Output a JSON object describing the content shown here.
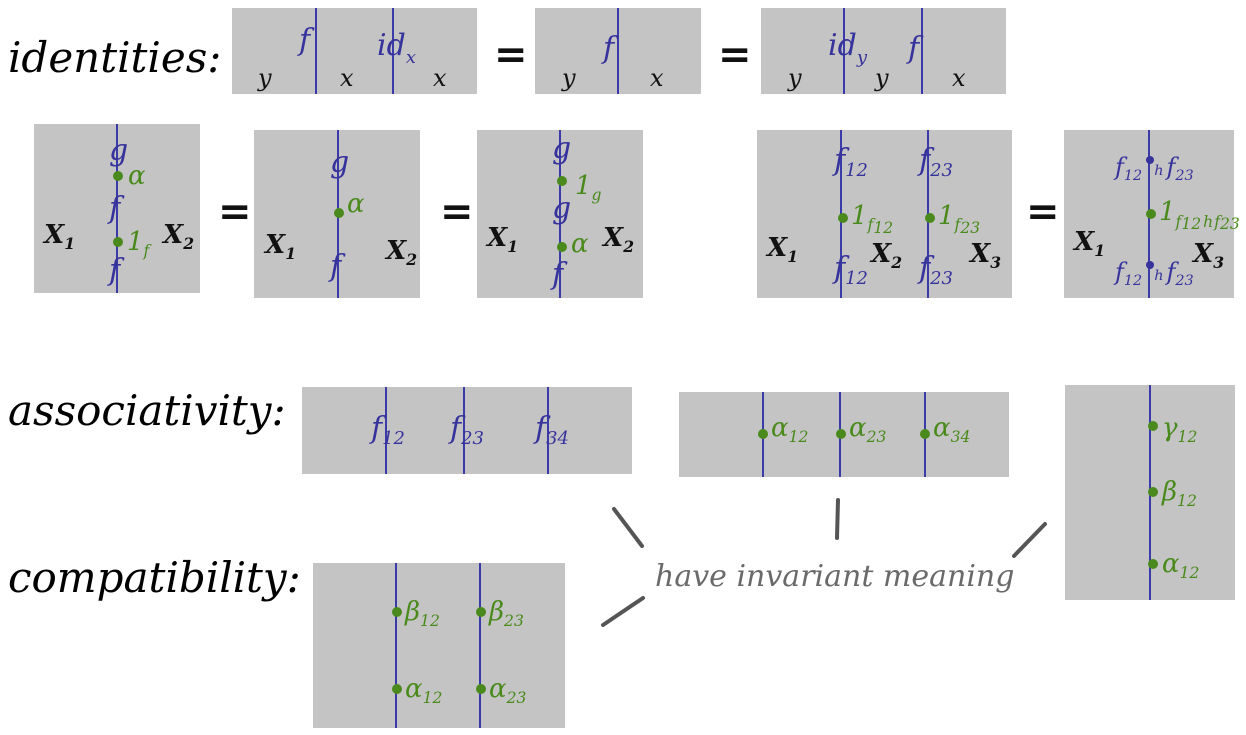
{
  "headings": {
    "identities": "identities:",
    "associativity": "associativity:",
    "compatibility": "compatibility:"
  },
  "equals": "=",
  "objects": {
    "x": "x",
    "y": "y",
    "X1": "X",
    "X2": "X",
    "X3": "X",
    "one": "1",
    "two": "2",
    "three": "3"
  },
  "morphisms": {
    "f": "f",
    "g": "g",
    "id": "id",
    "subx": "x",
    "suby": "y",
    "f12": "f",
    "f23": "f",
    "f34": "f",
    "s12": "12",
    "s23": "23",
    "s34": "34",
    "h": "h"
  },
  "cells": {
    "alpha": "α",
    "beta": "β",
    "gamma": "γ",
    "unit": "1",
    "subf": "f",
    "subg": "g",
    "a12": "α",
    "a23": "α",
    "a34": "α",
    "b12": "β",
    "b23": "β",
    "g12": "γ"
  },
  "annotation": "have invariant meaning",
  "colors": {
    "panel": "#c4c4c4",
    "wire": "#3a3aa8",
    "morphism": "#37339c",
    "cell": "#4a8a1c",
    "annotation": "#6a6a6a"
  }
}
